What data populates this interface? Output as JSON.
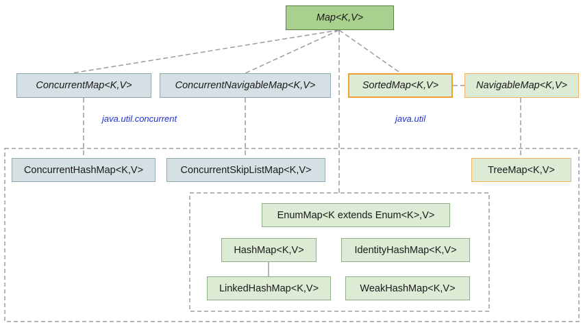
{
  "diagram": {
    "root": {
      "label": "Map<K,V>"
    },
    "interfaces": {
      "concurrent_map": "ConcurrentMap<K,V>",
      "concurrent_navigable_map": "ConcurrentNavigableMap<K,V>",
      "sorted_map": "SortedMap<K,V>",
      "navigable_map": "NavigableMap<K,V>"
    },
    "packages": {
      "concurrent": "java.util.concurrent",
      "util": "java.util"
    },
    "classes": {
      "concurrent_hash_map": "ConcurrentHashMap<K,V>",
      "concurrent_skip_list_map": "ConcurrentSkipListMap<K,V>",
      "tree_map": "TreeMap<K,V>",
      "enum_map": "EnumMap<K extends Enum<K>,V>",
      "hash_map": "HashMap<K,V>",
      "identity_hash_map": "IdentityHashMap<K,V>",
      "linked_hash_map": "LinkedHashMap<K,V>",
      "weak_hash_map": "WeakHashMap<K,V>"
    },
    "colors": {
      "root_fill": "#a9d18e",
      "interface_fill": "#d4e0e4",
      "class_fill": "#dcebd3",
      "highlight_border": "#f0a030",
      "package_text": "#1f2fd6",
      "connector": "#999999"
    }
  }
}
